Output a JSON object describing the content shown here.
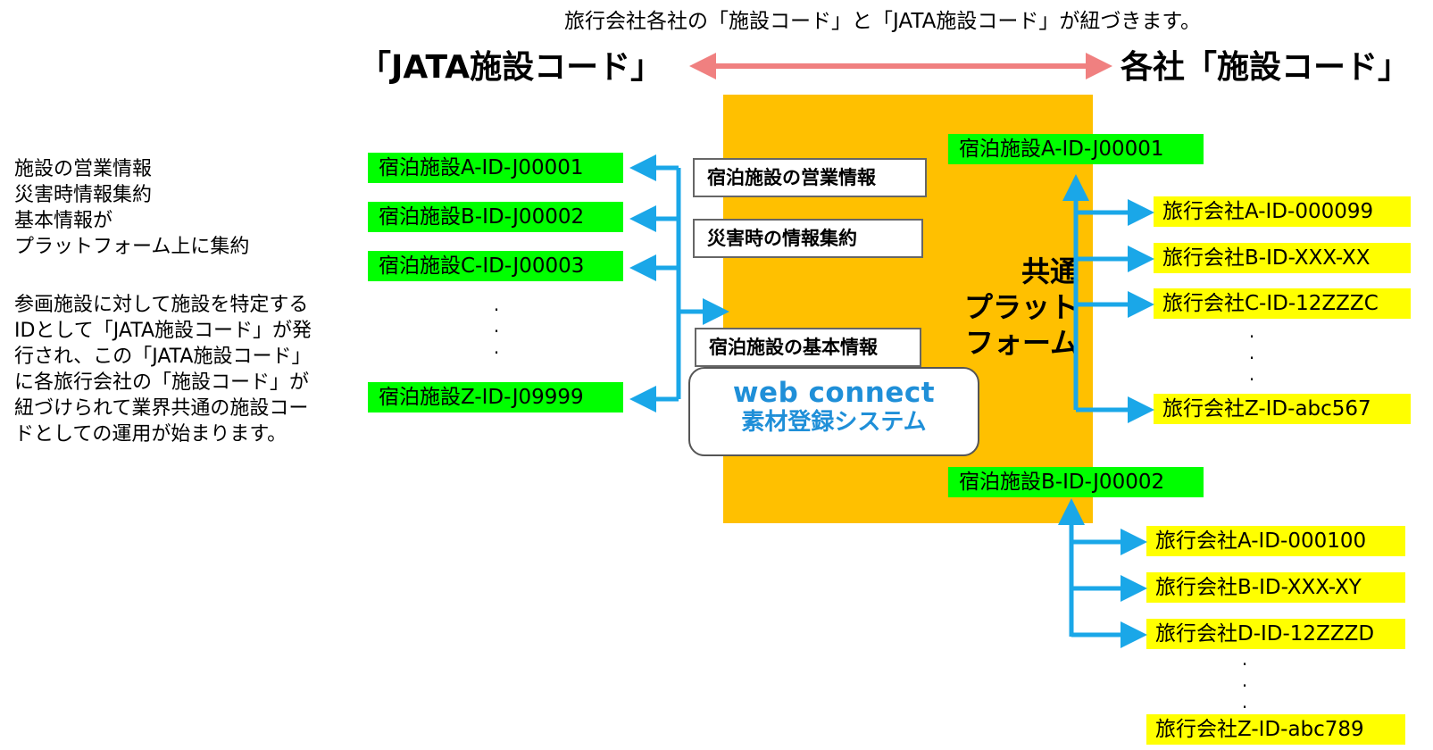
{
  "caption": "旅行会社各社の「施設コード」と「JATA施設コード」が紐づきます。",
  "header_left": "「JATA施設コード」",
  "header_right": "各社「施設コード」",
  "description": {
    "block1": [
      "施設の営業情報",
      "災害時情報集約",
      "基本情報が",
      "プラットフォーム上に集約"
    ],
    "block2": [
      "参画施設に対して施設を特定する",
      "IDとして「JATA施設コード」が発",
      "行され、この「JATA施設コード」",
      "に各旅行会社の「施設コード」が",
      "紐づけられて業界共通の施設コー",
      "ドとしての運用が始まります。"
    ]
  },
  "facility_ids": [
    "宿泊施設A-ID-J00001",
    "宿泊施設B-ID-J00002",
    "宿泊施設C-ID-J00003",
    "宿泊施設Z-ID-J09999"
  ],
  "info_boxes": [
    "宿泊施設の営業情報",
    "災害時の情報集約",
    "宿泊施設の基本情報"
  ],
  "platform_label": [
    "共通",
    "プラット",
    "フォーム"
  ],
  "webconnect": {
    "logo": "web connect",
    "system": "素材登録システム"
  },
  "group_a": {
    "facility": "宿泊施設A-ID-J00001",
    "agencies": [
      "旅行会社A-ID-000099",
      "旅行会社B-ID-XXX-XX",
      "旅行会社C-ID-12ZZZC",
      "旅行会社Z-ID-abc567"
    ]
  },
  "group_b": {
    "facility": "宿泊施設B-ID-J00002",
    "agencies": [
      "旅行会社A-ID-000100",
      "旅行会社B-ID-XXX-XY",
      "旅行会社D-ID-12ZZZD",
      "旅行会社Z-ID-abc789"
    ]
  },
  "colors": {
    "platform": "#FFC000",
    "facility_box": "#00FF00",
    "agency_box": "#FFFF00",
    "blue_arrow": "#1AA7E8",
    "pink_arrow": "#F08080",
    "logo_blue": "#1F8FD8"
  }
}
